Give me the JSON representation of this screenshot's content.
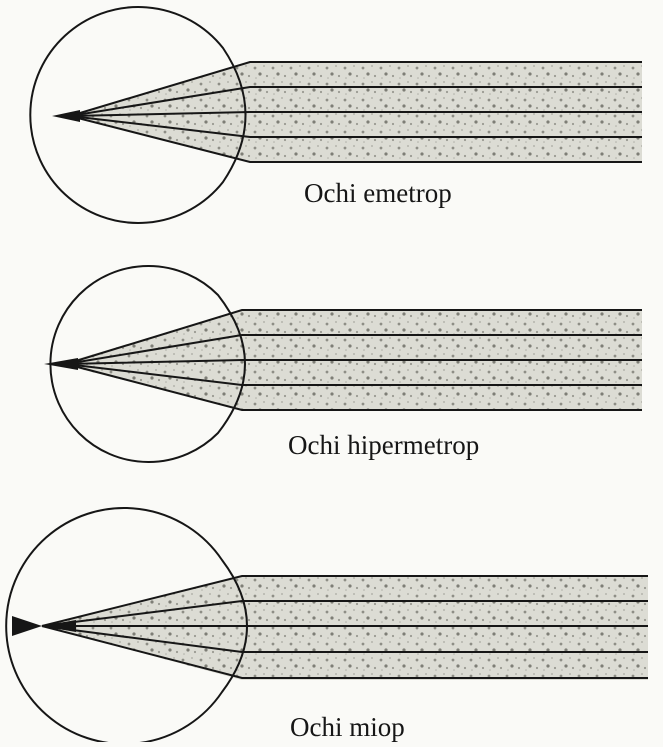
{
  "diagram": {
    "panels": [
      {
        "id": "emetrop",
        "caption": "Ochi emetrop"
      },
      {
        "id": "hipermetrop",
        "caption": "Ochi hipermetrop"
      },
      {
        "id": "miop",
        "caption": "Ochi miop"
      }
    ],
    "colors": {
      "background": "#fafaf7",
      "ink": "#161616",
      "beam_fill": "#dcdcd4",
      "beam_speckle": "#8e8e86"
    }
  }
}
